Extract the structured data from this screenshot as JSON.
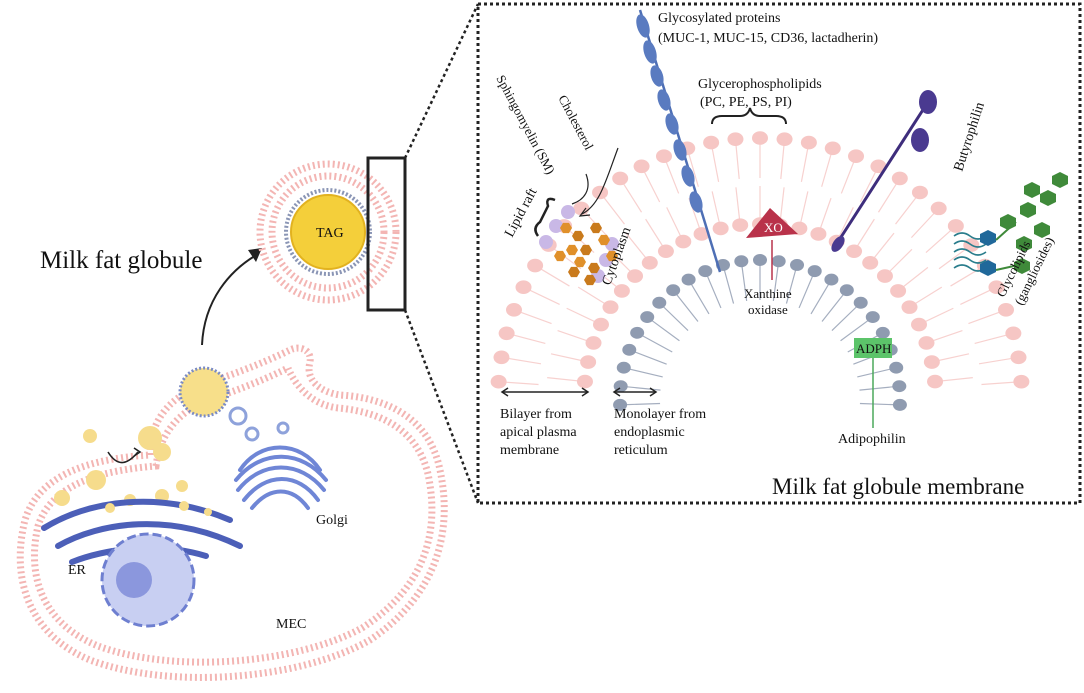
{
  "labels": {
    "milk_fat_globule": "Milk fat globule",
    "tag": "TAG",
    "golgi": "Golgi",
    "er": "ER",
    "mec": "MEC",
    "glycosylated_proteins": "Glycosylated proteins",
    "glycosylated_proteins_list": "(MUC-1, MUC-15, CD36, lactadherin)",
    "glycerophospholipids": "Glycerophospholipids",
    "glycerophospholipids_list": "(PC, PE, PS, PI)",
    "cholesterol": "Cholesterol",
    "sphingomyelin": "Sphingomyelin (SM)",
    "lipid_raft": "Lipid raft",
    "butyrophilin": "Butyrophilin",
    "xo": "XO",
    "xanthine_oxidase_1": "Xanthine",
    "xanthine_oxidase_2": "oxidase",
    "cytoplasm": "Cytoplasm",
    "adph": "ADPH",
    "adipophilin": "Adipophilin",
    "glycolipids_1": "Glycolipids",
    "glycolipids_2": "(gangliosides)",
    "bilayer_1": "Bilayer from",
    "bilayer_2": "apical plasma",
    "bilayer_3": "membrane",
    "monolayer_1": "Monolayer from",
    "monolayer_2": "endoplasmic",
    "monolayer_3": "reticulum",
    "mfgm_title": "Milk fat globule membrane"
  },
  "colors": {
    "bilayer_pink": "#f6c6c4",
    "monolayer_gray": "#8f9bb0",
    "tag_yellow": "#f4cf3a",
    "er_blue": "#5b6fc7",
    "protein_blue": "#4e6fb5",
    "butyrophilin_purple": "#3e2d7c",
    "xo_red": "#b9324a",
    "adph_green": "#5cc46a",
    "glycolipid_green": "#3f8a3a",
    "cholesterol_orange": "#e0902a",
    "sm_lavender": "#c9b8e6"
  }
}
